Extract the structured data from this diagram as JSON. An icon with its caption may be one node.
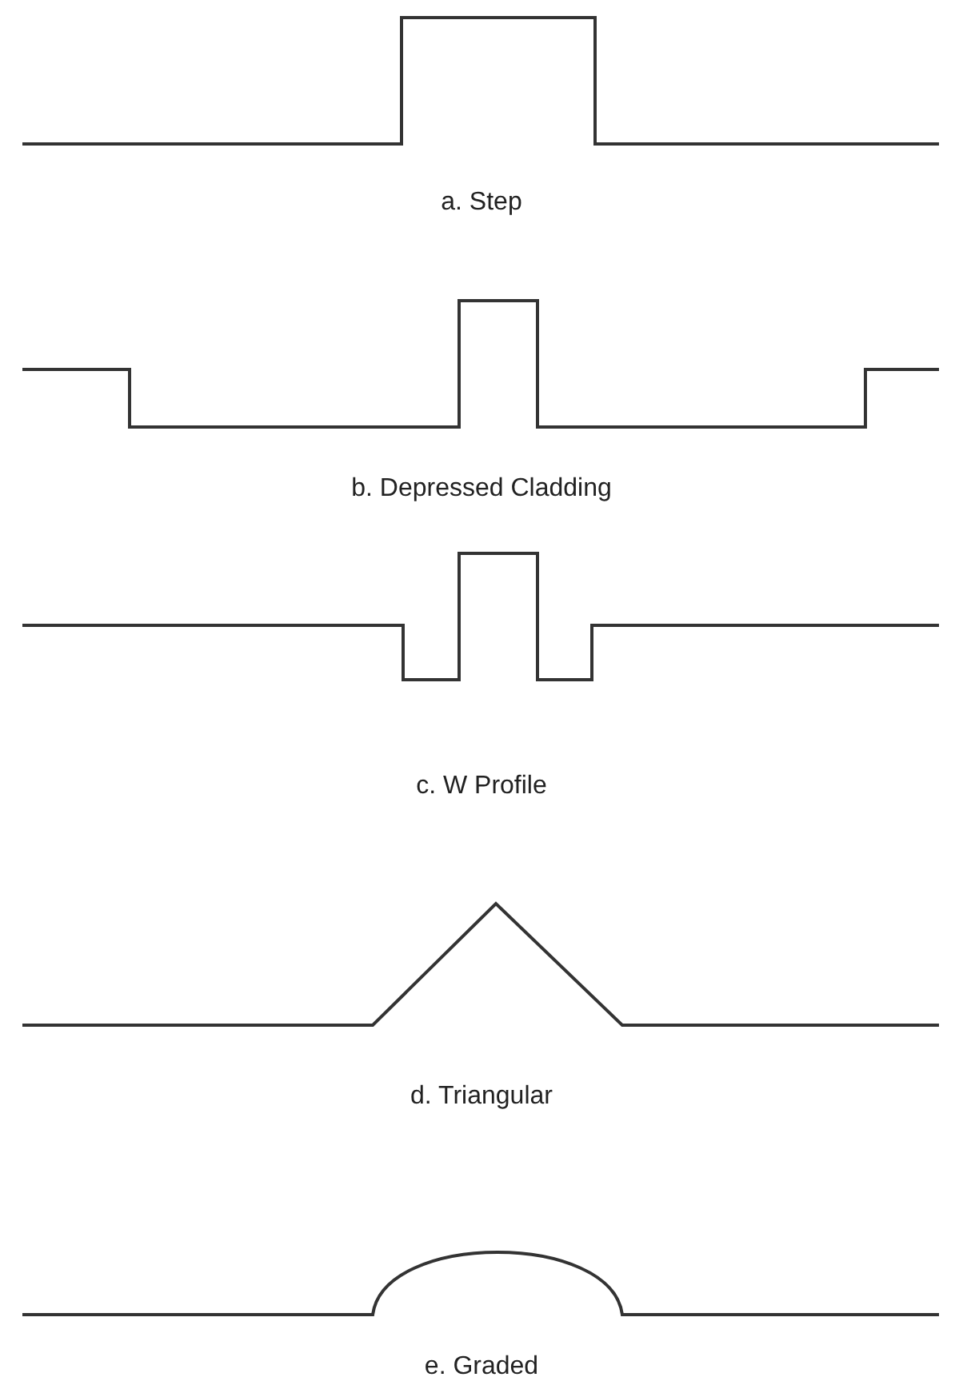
{
  "diagram": {
    "labels": [
      "a. Step",
      "b. Depressed Cladding",
      "c. W Profile",
      "d. Triangular",
      "e. Graded"
    ]
  }
}
